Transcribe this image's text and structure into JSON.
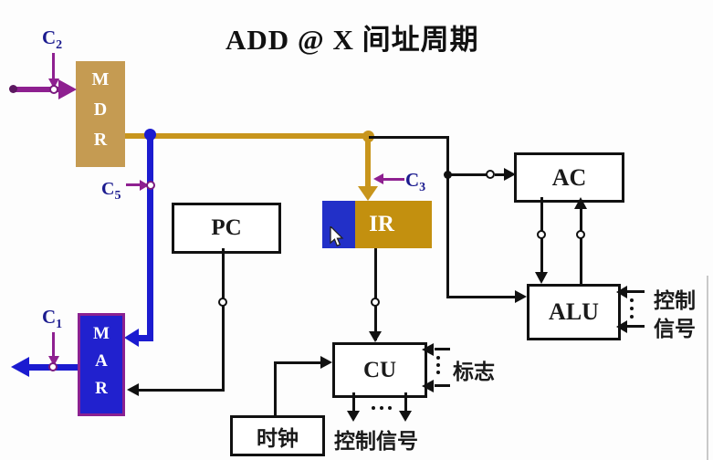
{
  "title": "ADD @ X  间址周期",
  "blocks": {
    "mdr": {
      "label": "MDR"
    },
    "pc": {
      "label": "PC"
    },
    "ir": {
      "label": "IR"
    },
    "mar": {
      "label": "MAR"
    },
    "ac": {
      "label": "AC"
    },
    "alu": {
      "label": "ALU"
    },
    "cu": {
      "label": "CU"
    },
    "clock": {
      "label": "时钟"
    }
  },
  "signals": {
    "c1": {
      "base": "C",
      "sub": "1"
    },
    "c2": {
      "base": "C",
      "sub": "2"
    },
    "c3": {
      "base": "C",
      "sub": "3"
    },
    "c5": {
      "base": "C",
      "sub": "5"
    }
  },
  "annotations": {
    "flags": "标志",
    "control_signals_bottom": "控制信号",
    "control_signals_right_line1": "控制",
    "control_signals_right_line2": "信号"
  },
  "colors": {
    "bus_gold": "#c8951c",
    "mdr_fill": "#c59b52",
    "ir_gold": "#c3900f",
    "ir_blue": "#2230c8",
    "bus_blue": "#1b1bd0",
    "mar_fill": "#2121ce",
    "mar_border": "#8b2191",
    "signal_arrow_purple": "#8e2090",
    "signal_label_navy": "#1b1b8f"
  }
}
